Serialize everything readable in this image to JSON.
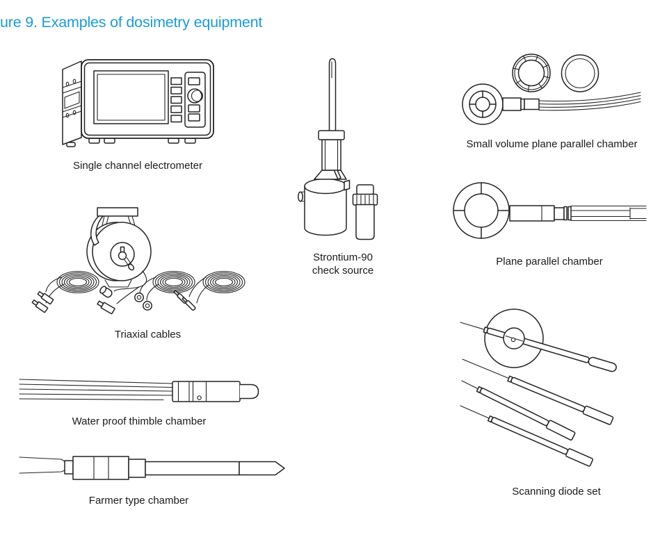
{
  "colors": {
    "title": "#1a9cd8",
    "line": "#222222",
    "text": "#1a1a1a",
    "background": "#ffffff"
  },
  "figure": {
    "title": "ure 9. Examples of dosimetry equipment"
  },
  "items": {
    "electrometer": {
      "label": "Single channel electrometer"
    },
    "triaxial_cables": {
      "label": "Triaxial cables"
    },
    "waterproof_thimble": {
      "label": "Water proof thimble chamber"
    },
    "farmer_chamber": {
      "label": "Farmer type chamber"
    },
    "strontium_source": {
      "label_line1": "Strontium-90",
      "label_line2": "check source"
    },
    "small_volume_chamber": {
      "label": "Small volume plane parallel chamber"
    },
    "plane_parallel_chamber": {
      "label": "Plane parallel chamber"
    },
    "scanning_diode_set": {
      "label": "Scanning diode set"
    }
  }
}
